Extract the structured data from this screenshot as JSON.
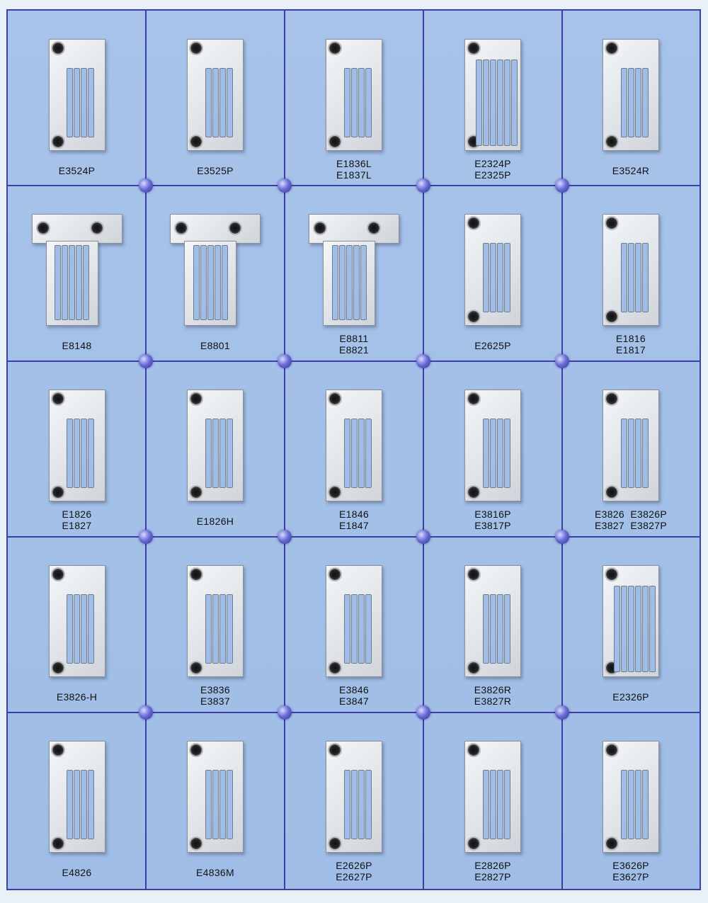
{
  "catalog": {
    "rows": [
      [
        {
          "id": "e3524p",
          "labels": [
            "E3524P"
          ],
          "shape": "rect",
          "slots": 4
        },
        {
          "id": "e3525p",
          "labels": [
            "E3525P"
          ],
          "shape": "rect",
          "slots": 4
        },
        {
          "id": "e1836l",
          "labels": [
            "E1836L",
            "E1837L"
          ],
          "shape": "rect",
          "slots": 4
        },
        {
          "id": "e2324p",
          "labels": [
            "E2324P",
            "E2325P"
          ],
          "shape": "rect",
          "slots": 6
        },
        {
          "id": "e3524r",
          "labels": [
            "E3524R"
          ],
          "shape": "rect",
          "slots": 4
        }
      ],
      [
        {
          "id": "e8148",
          "labels": [
            "E8148"
          ],
          "shape": "t",
          "slots": 5
        },
        {
          "id": "e8801",
          "labels": [
            "E8801"
          ],
          "shape": "t",
          "slots": 5
        },
        {
          "id": "e8811",
          "labels": [
            "E8811",
            "E8821"
          ],
          "shape": "t",
          "slots": 5
        },
        {
          "id": "e2625p",
          "labels": [
            "E2625P"
          ],
          "shape": "rect",
          "slots": 4
        },
        {
          "id": "e1816",
          "labels": [
            "E1816",
            "E1817"
          ],
          "shape": "rect",
          "slots": 4
        }
      ],
      [
        {
          "id": "e1826",
          "labels": [
            "E1826",
            "E1827"
          ],
          "shape": "rect",
          "slots": 4
        },
        {
          "id": "e1826h",
          "labels": [
            "E1826H"
          ],
          "shape": "rect",
          "slots": 4
        },
        {
          "id": "e1846",
          "labels": [
            "E1846",
            "E1847"
          ],
          "shape": "rect",
          "slots": 4
        },
        {
          "id": "e3816p",
          "labels": [
            "E3816P",
            "E3817P"
          ],
          "shape": "rect",
          "slots": 4
        },
        {
          "id": "e3826",
          "labels": [
            "E3826  E3826P",
            "E3827  E3827P"
          ],
          "shape": "rect",
          "slots": 4
        }
      ],
      [
        {
          "id": "e3826h",
          "labels": [
            "E3826-H"
          ],
          "shape": "rect",
          "slots": 4
        },
        {
          "id": "e3836",
          "labels": [
            "E3836",
            "E3837"
          ],
          "shape": "rect",
          "slots": 4
        },
        {
          "id": "e3846",
          "labels": [
            "E3846",
            "E3847"
          ],
          "shape": "rect",
          "slots": 4
        },
        {
          "id": "e3826r",
          "labels": [
            "E3826R",
            "E3827R"
          ],
          "shape": "rect",
          "slots": 4
        },
        {
          "id": "e2326p",
          "labels": [
            "E2326P"
          ],
          "shape": "rect",
          "slots": 6
        }
      ],
      [
        {
          "id": "e4826",
          "labels": [
            "E4826"
          ],
          "shape": "rect",
          "slots": 4
        },
        {
          "id": "e4836m",
          "labels": [
            "E4836M"
          ],
          "shape": "rect",
          "slots": 4
        },
        {
          "id": "e2626p",
          "labels": [
            "E2626P",
            "E2627P"
          ],
          "shape": "rect",
          "slots": 4
        },
        {
          "id": "e2826p",
          "labels": [
            "E2826P",
            "E2827P"
          ],
          "shape": "rect",
          "slots": 4
        },
        {
          "id": "e3626p",
          "labels": [
            "E3626P",
            "E3627P"
          ],
          "shape": "rect",
          "slots": 4
        }
      ]
    ]
  },
  "colors": {
    "grid_line": "#3b3fa7",
    "cell_bg": "#a7c3ea",
    "plate": "#e6e9ec"
  }
}
